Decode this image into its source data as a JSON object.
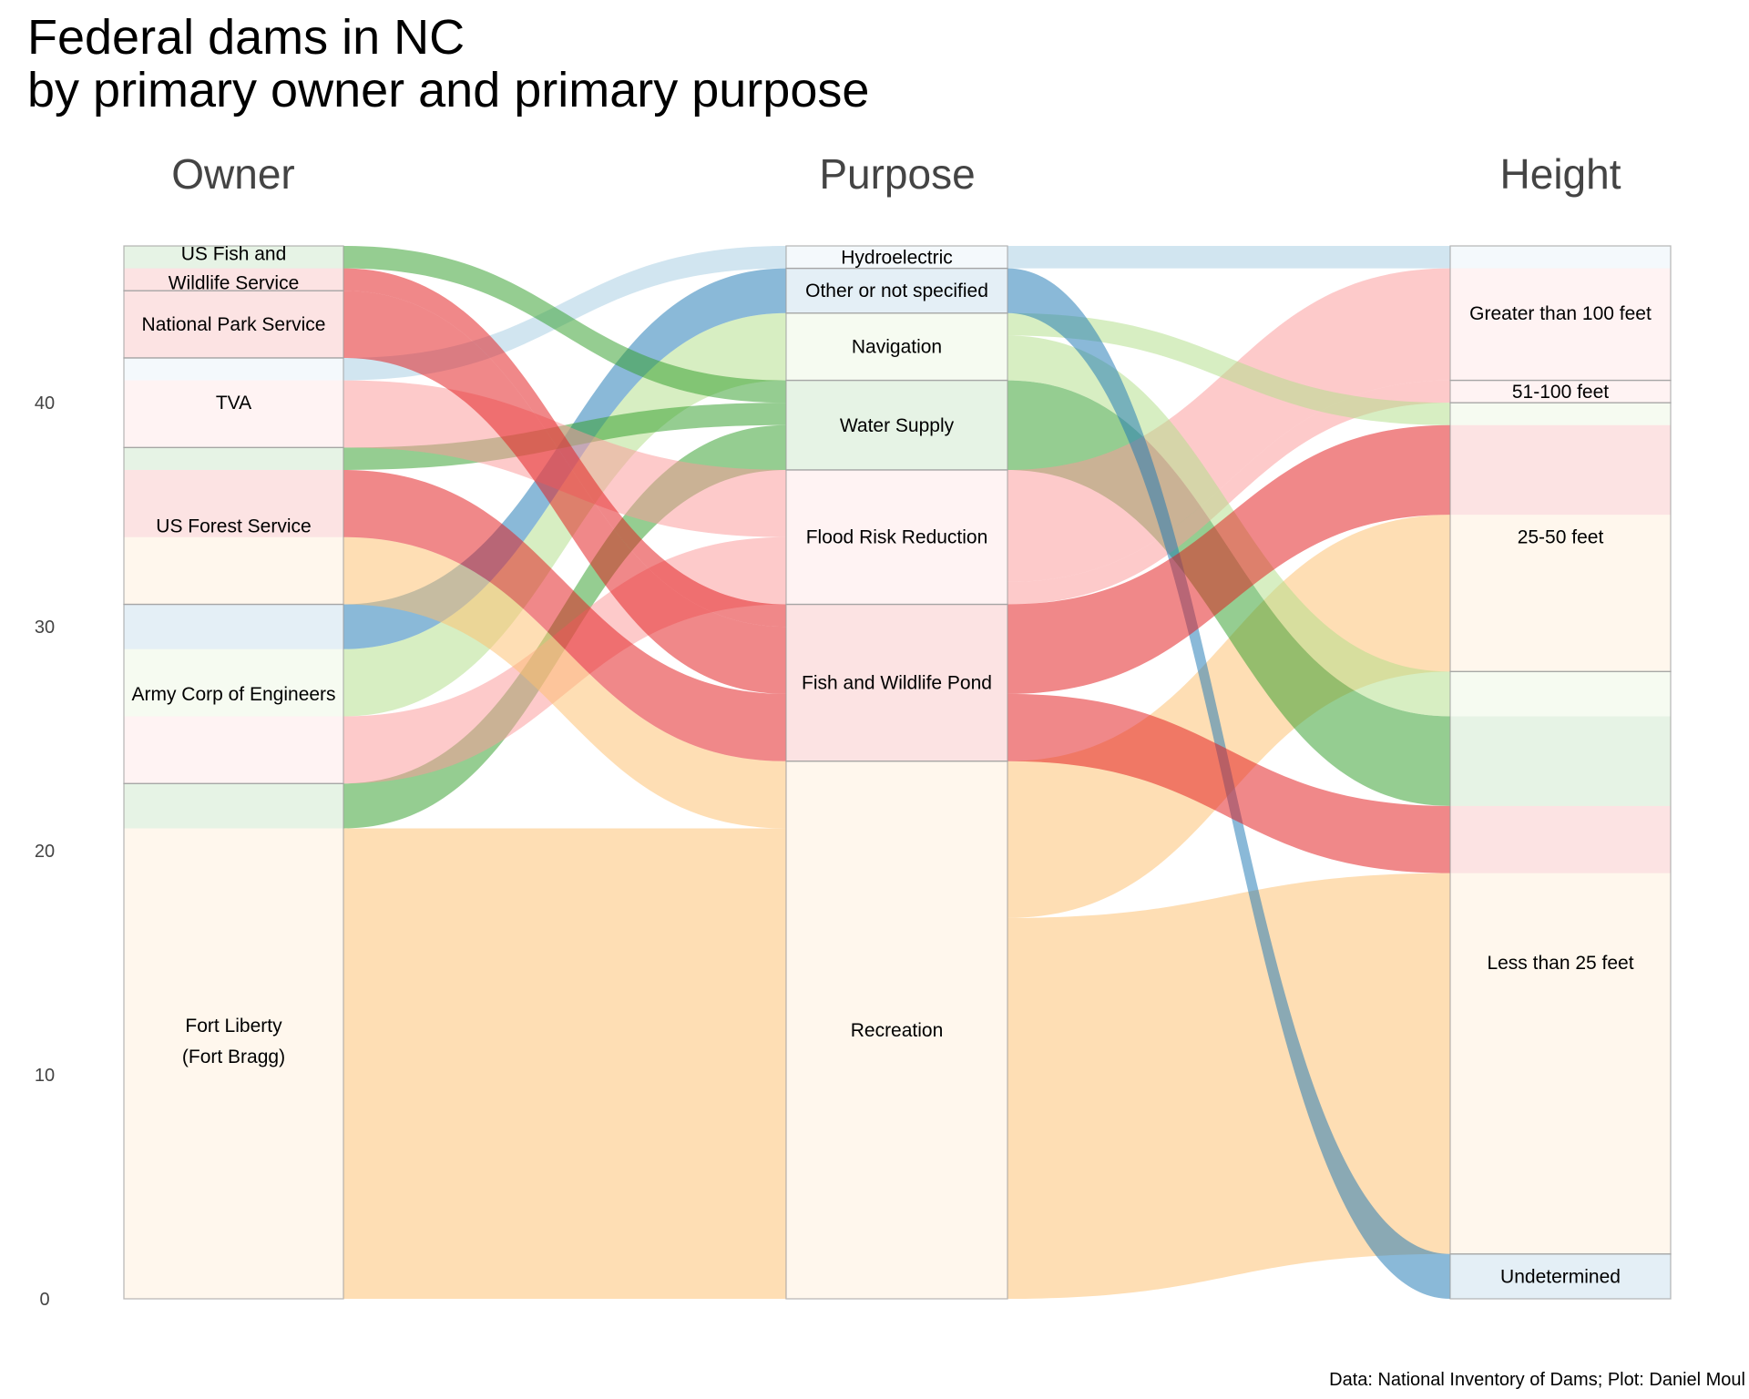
{
  "chart_data": {
    "type": "alluvial",
    "title": "Federal dams in NC",
    "subtitle": "by primary owner and primary purpose",
    "axes": [
      "Owner",
      "Purpose",
      "Height"
    ],
    "ylim": [
      0,
      47
    ],
    "yticks": [
      0,
      10,
      20,
      30,
      40
    ],
    "caption": "Data: National Inventory of Dams; Plot: Daniel Moul",
    "strata": {
      "Owner": [
        {
          "name": "Fort Liberty (Fort Bragg)",
          "label_lines": [
            "Fort Liberty",
            "(Fort Bragg)"
          ]
        },
        {
          "name": "Army Corp of Engineers",
          "label_lines": [
            "Army Corp of Engineers"
          ]
        },
        {
          "name": "US Forest Service",
          "label_lines": [
            "US Forest Service"
          ]
        },
        {
          "name": "TVA",
          "label_lines": [
            "TVA"
          ]
        },
        {
          "name": "National Park Service",
          "label_lines": [
            "National Park Service"
          ]
        },
        {
          "name": "US Fish and Wildlife Service",
          "label_lines": [
            "US Fish and",
            "Wildlife Service"
          ]
        }
      ],
      "Purpose": [
        {
          "name": "Recreation",
          "label_lines": [
            "Recreation"
          ]
        },
        {
          "name": "Fish and Wildlife Pond",
          "label_lines": [
            "Fish and Wildlife Pond"
          ]
        },
        {
          "name": "Flood Risk Reduction",
          "label_lines": [
            "Flood Risk Reduction"
          ]
        },
        {
          "name": "Water Supply",
          "label_lines": [
            "Water Supply"
          ]
        },
        {
          "name": "Navigation",
          "label_lines": [
            "Navigation"
          ]
        },
        {
          "name": "Other or not specified",
          "label_lines": [
            "Other or not specified"
          ]
        },
        {
          "name": "Hydroelectric",
          "label_lines": [
            "Hydroelectric"
          ]
        }
      ],
      "Height": [
        {
          "name": "Undetermined",
          "label_lines": [
            "Undetermined"
          ]
        },
        {
          "name": "Less than 25 feet",
          "label_lines": [
            "Less than 25 feet"
          ]
        },
        {
          "name": "25-50 feet",
          "label_lines": [
            "25-50 feet"
          ]
        },
        {
          "name": "51-100 feet",
          "label_lines": [
            "51-100 feet"
          ]
        },
        {
          "name": "Greater than 100 feet",
          "label_lines": [
            "Greater than 100 feet"
          ]
        }
      ]
    },
    "purpose_colors": {
      "Recreation": "#fdbf6f",
      "Fish and Wildlife Pond": "#e31a1c",
      "Flood Risk Reduction": "#fb9a99",
      "Water Supply": "#33a02c",
      "Navigation": "#b2df8a",
      "Other or not specified": "#1f78b4",
      "Hydroelectric": "#a6cee3"
    },
    "flows": [
      {
        "owner": "Fort Liberty (Fort Bragg)",
        "purpose": "Recreation",
        "height": "Less than 25 feet",
        "count": 17
      },
      {
        "owner": "Fort Liberty (Fort Bragg)",
        "purpose": "Recreation",
        "height": "25-50 feet",
        "count": 4
      },
      {
        "owner": "Fort Liberty (Fort Bragg)",
        "purpose": "Water Supply",
        "height": "Less than 25 feet",
        "count": 2
      },
      {
        "owner": "Army Corp of Engineers",
        "purpose": "Flood Risk Reduction",
        "height": "Greater than 100 feet",
        "count": 2
      },
      {
        "owner": "Army Corp of Engineers",
        "purpose": "Flood Risk Reduction",
        "height": "51-100 feet",
        "count": 1
      },
      {
        "owner": "Army Corp of Engineers",
        "purpose": "Navigation",
        "height": "Less than 25 feet",
        "count": 2
      },
      {
        "owner": "Army Corp of Engineers",
        "purpose": "Navigation",
        "height": "25-50 feet",
        "count": 1
      },
      {
        "owner": "Army Corp of Engineers",
        "purpose": "Other or not specified",
        "height": "Undetermined",
        "count": 2
      },
      {
        "owner": "US Forest Service",
        "purpose": "Recreation",
        "height": "25-50 feet",
        "count": 3
      },
      {
        "owner": "US Forest Service",
        "purpose": "Fish and Wildlife Pond",
        "height": "25-50 feet",
        "count": 2
      },
      {
        "owner": "US Forest Service",
        "purpose": "Fish and Wildlife Pond",
        "height": "Less than 25 feet",
        "count": 1
      },
      {
        "owner": "US Forest Service",
        "purpose": "Water Supply",
        "height": "Less than 25 feet",
        "count": 1
      },
      {
        "owner": "TVA",
        "purpose": "Flood Risk Reduction",
        "height": "Greater than 100 feet",
        "count": 3
      },
      {
        "owner": "TVA",
        "purpose": "Hydroelectric",
        "height": "Greater than 100 feet",
        "count": 1
      },
      {
        "owner": "National Park Service",
        "purpose": "Fish and Wildlife Pond",
        "height": "25-50 feet",
        "count": 2
      },
      {
        "owner": "National Park Service",
        "purpose": "Fish and Wildlife Pond",
        "height": "Less than 25 feet",
        "count": 1
      },
      {
        "owner": "US Fish and Wildlife Service",
        "purpose": "Fish and Wildlife Pond",
        "height": "Less than 25 feet",
        "count": 1
      },
      {
        "owner": "US Fish and Wildlife Service",
        "purpose": "Water Supply",
        "height": "Less than 25 feet",
        "count": 1
      }
    ]
  }
}
